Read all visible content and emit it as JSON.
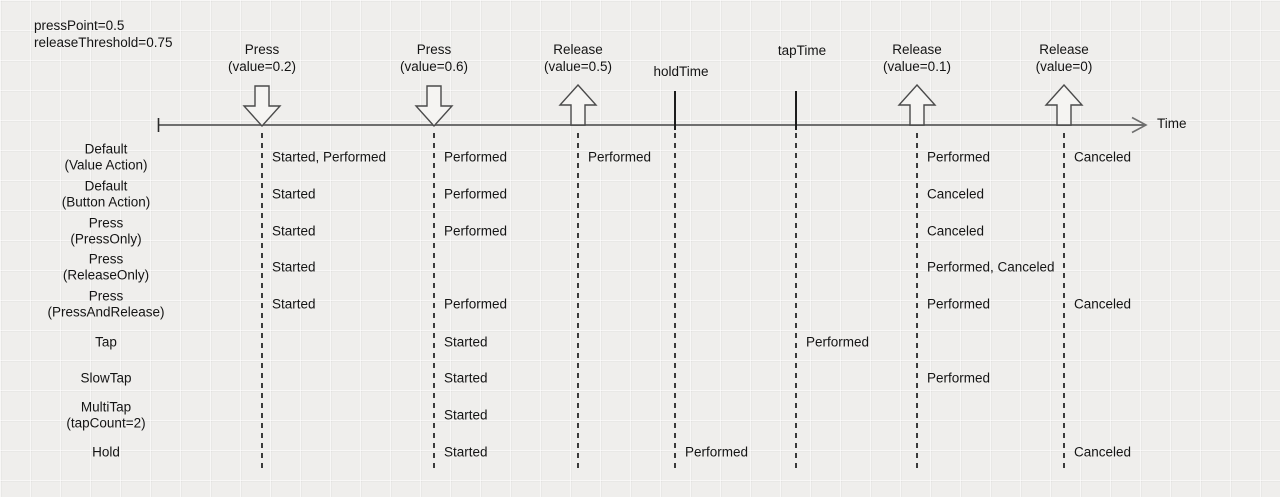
{
  "colors": {
    "ink": "#141414",
    "axis": "#6f6f6f",
    "arrow_outline": "#4a4a4a",
    "arrow_fill": "#f5f4f2"
  },
  "params": {
    "press_point": "pressPoint=0.5",
    "release_threshold": "releaseThreshold=0.75"
  },
  "timeline": {
    "axis_label": "Time"
  },
  "events": [
    {
      "id": "press-value-0-2",
      "label": [
        "Press",
        "(value=0.2)"
      ],
      "marker": "arrow-down"
    },
    {
      "id": "press-value-0-6",
      "label": [
        "Press",
        "(value=0.6)"
      ],
      "marker": "arrow-down"
    },
    {
      "id": "release-value-0-5",
      "label": [
        "Release",
        "(value=0.5)"
      ],
      "marker": "arrow-up"
    },
    {
      "id": "hold-time",
      "label": [
        "holdTime"
      ],
      "marker": "tick"
    },
    {
      "id": "tap-time",
      "label": [
        "tapTime"
      ],
      "marker": "tick"
    },
    {
      "id": "release-value-0-1",
      "label": [
        "Release",
        "(value=0.1)"
      ],
      "marker": "arrow-up"
    },
    {
      "id": "release-value-0",
      "label": [
        "Release",
        "(value=0)"
      ],
      "marker": "arrow-up"
    }
  ],
  "rows": [
    {
      "id": "default-value-action",
      "label": [
        "Default",
        "(Value Action)"
      ],
      "cells": {
        "0": "Started, Performed",
        "1": "Performed",
        "2": "Performed",
        "5": "Performed",
        "6": "Canceled"
      }
    },
    {
      "id": "default-button-action",
      "label": [
        "Default",
        "(Button Action)"
      ],
      "cells": {
        "0": "Started",
        "1": "Performed",
        "5": "Canceled"
      }
    },
    {
      "id": "press-press-only",
      "label": [
        "Press",
        "(PressOnly)"
      ],
      "cells": {
        "0": "Started",
        "1": "Performed",
        "5": "Canceled"
      }
    },
    {
      "id": "press-release-only",
      "label": [
        "Press",
        "(ReleaseOnly)"
      ],
      "cells": {
        "0": "Started",
        "5": "Performed, Canceled"
      }
    },
    {
      "id": "press-press-and-release",
      "label": [
        "Press",
        "(PressAndRelease)"
      ],
      "cells": {
        "0": "Started",
        "1": "Performed",
        "5": "Performed",
        "6": "Canceled"
      }
    },
    {
      "id": "tap",
      "label": [
        "Tap"
      ],
      "cells": {
        "1": "Started",
        "4": "Performed"
      }
    },
    {
      "id": "slow-tap",
      "label": [
        "SlowTap"
      ],
      "cells": {
        "1": "Started",
        "5": "Performed"
      }
    },
    {
      "id": "multi-tap",
      "label": [
        "MultiTap",
        "(tapCount=2)"
      ],
      "cells": {
        "1": "Started"
      }
    },
    {
      "id": "hold",
      "label": [
        "Hold"
      ],
      "cells": {
        "1": "Started",
        "3": "Performed",
        "6": "Canceled"
      }
    }
  ]
}
